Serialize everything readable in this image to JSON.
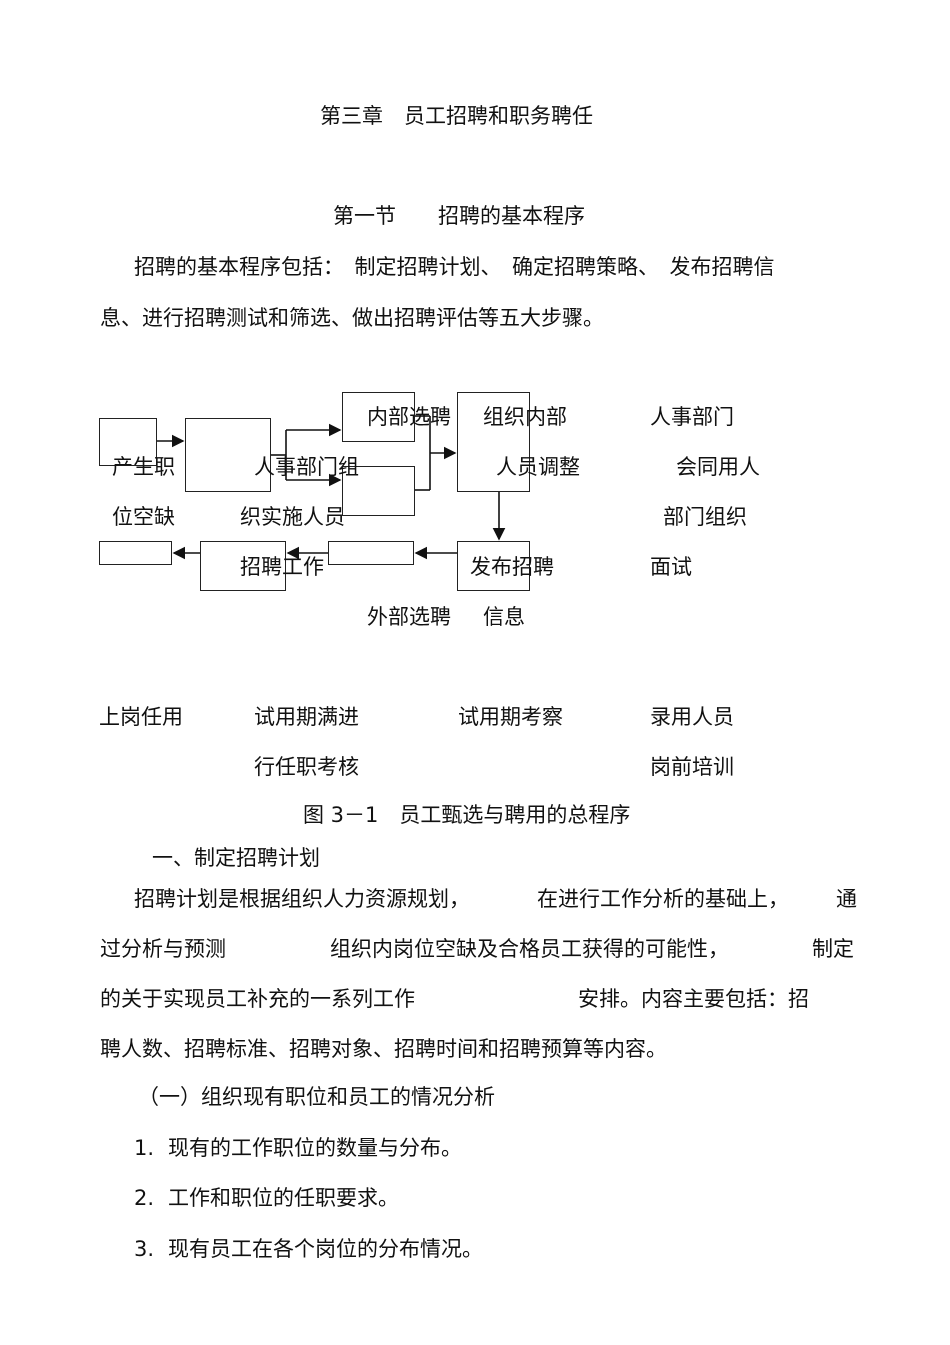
{
  "doc": {
    "chapter_title": "第三章　员工招聘和职务聘任",
    "section_title": "第一节　　招聘的基本程序",
    "intro_line1": "招聘的基本程序包括：　制定招聘计划、　确定招聘策略、　发布招聘信",
    "intro_line2": "息、进行招聘测试和筛选、做出招聘评估等五大步骤。"
  },
  "flowchart": {
    "lbl_neibu": "内部选聘",
    "lbl_zuzhi_neibu": "组织内部",
    "lbl_renshi1": "人事部门",
    "lbl_chansheng": "产生职",
    "lbl_renshi_zu": "人事部门组",
    "lbl_renyuan_tiaozheng": "人员调整",
    "lbl_huitong": "会同用人",
    "lbl_weikong": "位空缺",
    "lbl_zhishishi": "织实施人员",
    "lbl_bumen_zuzhi": "部门组织",
    "lbl_zhaopin_gongzuo": "招聘工作",
    "lbl_fabu": "发布招聘",
    "lbl_mianshi": "面试",
    "lbl_waibu": "外部选聘",
    "lbl_xinxi": "信息",
    "lbl_shanggang": "上岗任用",
    "lbl_shiyong_man": "试用期满进",
    "lbl_shiyong_kaocha": "试用期考察",
    "lbl_luyong": "录用人员",
    "lbl_renzhi_kaohe": "行任职考核",
    "lbl_gangqian": "岗前培训",
    "caption": "图 3－1　员工甄选与聘用的总程序"
  },
  "body": {
    "heading1": "一、制定招聘计划",
    "para1_line1_a": "招聘计划是根据组织人力资源规划，",
    "para1_line1_b": "在进行工作分析的基础上，",
    "para1_line1_c": "通",
    "para1_line2_a": "过分析与预测",
    "para1_line2_b": "组织内岗位空缺及合格员工获得的可能性，",
    "para1_line2_c": "制定",
    "para1_line3_a": "的关于实现员工补充的一系列工作",
    "para1_line3_b": "安排。内容主要包括：招",
    "para1_line4": "聘人数、招聘标准、招聘对象、招聘时间和招聘预算等内容。",
    "sub_heading": "（一）组织现有职位和员工的情况分析",
    "items": [
      {
        "num": "1.",
        "text": "现有的工作职位的数量与分布。"
      },
      {
        "num": "2.",
        "text": "工作和职位的任职要求。"
      },
      {
        "num": "3.",
        "text": "现有员工在各个岗位的分布情况。"
      }
    ]
  }
}
